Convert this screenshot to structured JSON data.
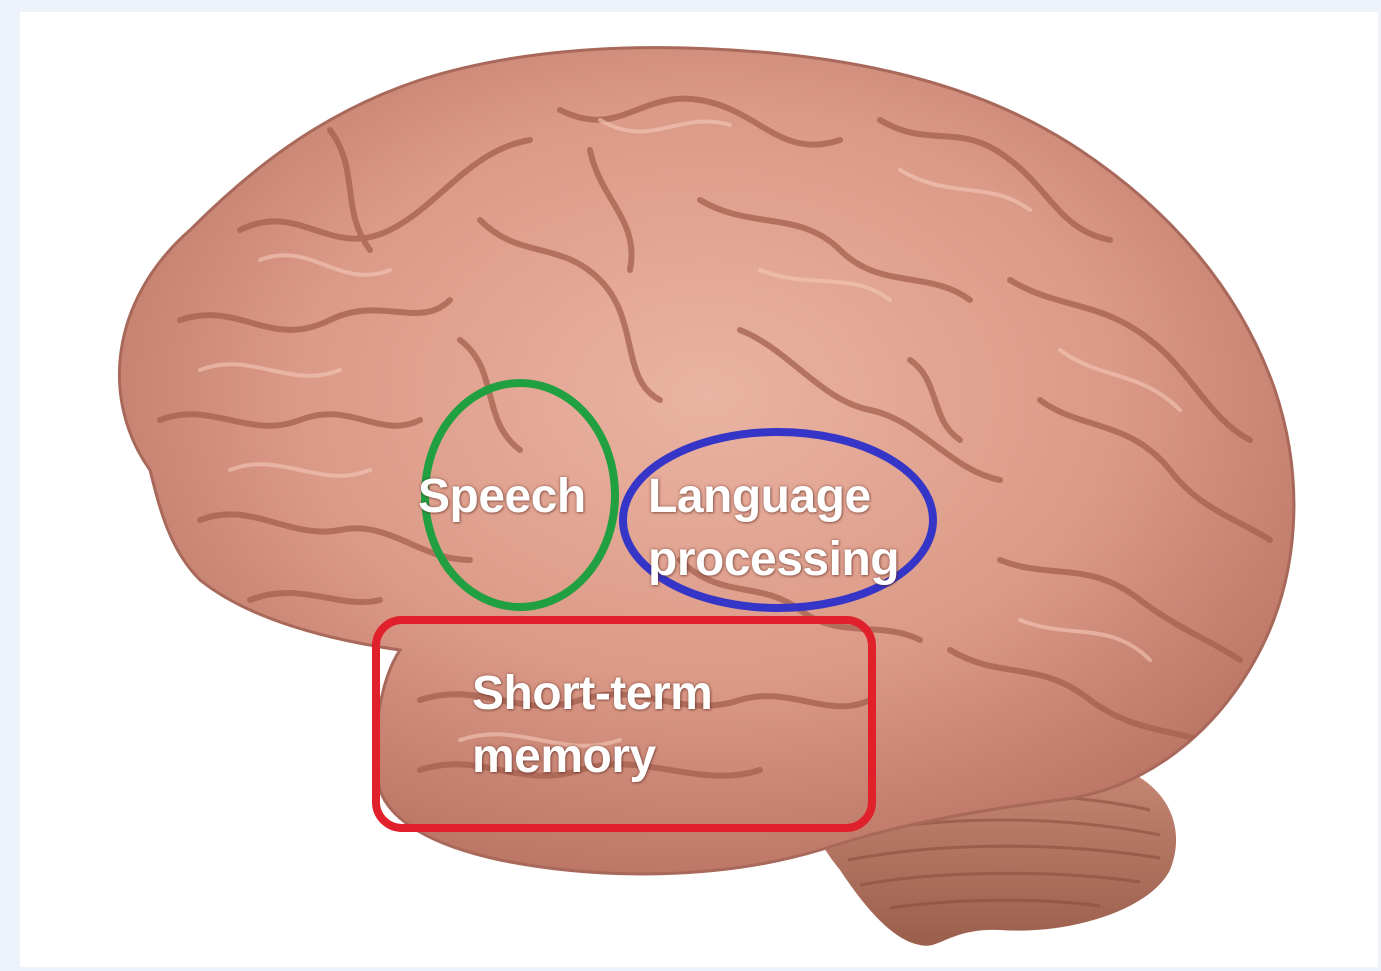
{
  "regions": {
    "speech": {
      "label": "Speech",
      "outline_color": "#20a040"
    },
    "language": {
      "line1": "Language",
      "line2": "processing",
      "outline_color": "#3535c8"
    },
    "memory": {
      "line1": "Short-term",
      "line2": "memory",
      "outline_color": "#e0202a"
    }
  },
  "colors": {
    "background": "#eef3fb",
    "canvas": "#ffffff",
    "brain_tissue": "#dc9a88",
    "brain_shadow": "#9a5a4a",
    "cerebellum": "#b87a66"
  }
}
